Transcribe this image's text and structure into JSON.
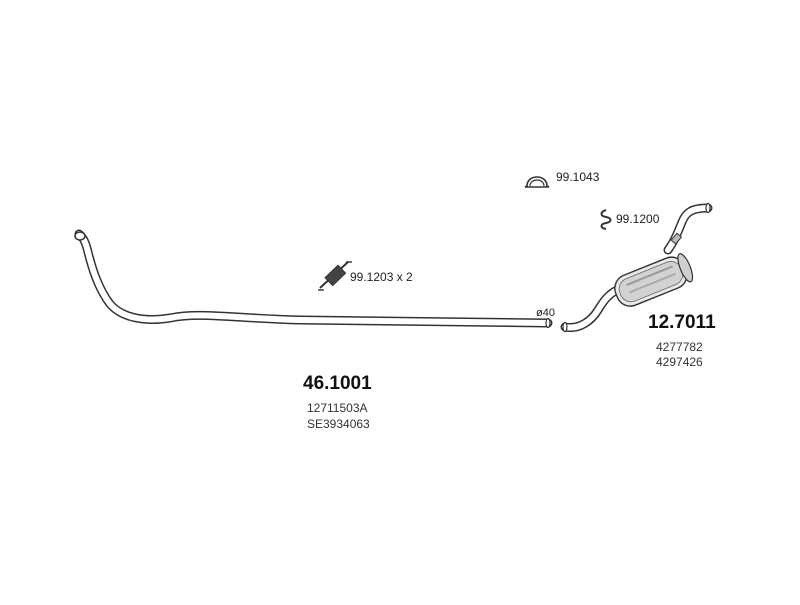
{
  "diagram": {
    "pipe": {
      "part_number": "46.1001",
      "oem_refs": [
        "12711503A",
        "SE3934063"
      ],
      "diameter": "ø40"
    },
    "muffler": {
      "part_number": "12.7011",
      "oem_refs": [
        "4277782",
        "4297426"
      ]
    },
    "accessories": {
      "clamp": "99.1043",
      "spring": "99.1200",
      "hanger": "99.1203 x 2"
    }
  }
}
